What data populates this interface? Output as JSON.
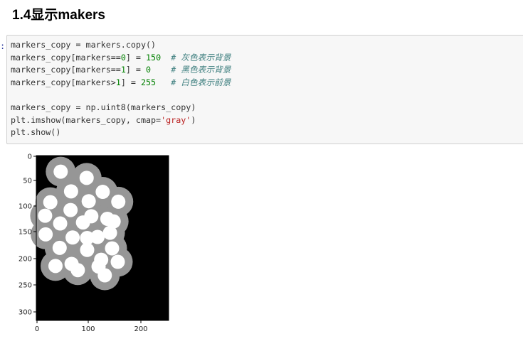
{
  "section": {
    "title": "1.4显示makers"
  },
  "cell": {
    "prompt": ":",
    "lines": [
      [
        {
          "t": "markers_copy = markers.copy()",
          "c": ""
        }
      ],
      [
        {
          "t": "markers_copy[markers==",
          "c": ""
        },
        {
          "t": "0",
          "c": "num"
        },
        {
          "t": "] = ",
          "c": ""
        },
        {
          "t": "150",
          "c": "num"
        },
        {
          "t": "  # 灰色表示背景",
          "c": "cmt"
        }
      ],
      [
        {
          "t": "markers_copy[markers==",
          "c": ""
        },
        {
          "t": "1",
          "c": "num"
        },
        {
          "t": "] = ",
          "c": ""
        },
        {
          "t": "0",
          "c": "num"
        },
        {
          "t": "    # 黑色表示背景",
          "c": "cmt"
        }
      ],
      [
        {
          "t": "markers_copy[markers>",
          "c": ""
        },
        {
          "t": "1",
          "c": "num"
        },
        {
          "t": "] = ",
          "c": ""
        },
        {
          "t": "255",
          "c": "num"
        },
        {
          "t": "   # 白色表示前景",
          "c": "cmt"
        }
      ],
      [
        {
          "t": "",
          "c": ""
        }
      ],
      [
        {
          "t": "markers_copy = np.uint8(markers_copy)",
          "c": ""
        }
      ],
      [
        {
          "t": "plt.imshow(markers_copy, cmap=",
          "c": ""
        },
        {
          "t": "'gray'",
          "c": "str"
        },
        {
          "t": ")",
          "c": ""
        }
      ],
      [
        {
          "t": "plt.show()",
          "c": ""
        }
      ]
    ]
  },
  "plot": {
    "y_ticks": [
      "0",
      "50",
      "100",
      "150",
      "200",
      "250",
      "300"
    ],
    "x_ticks": [
      "0",
      "100",
      "200"
    ],
    "colormap": "gray",
    "background_color": "#000000",
    "ring_color": "#969696",
    "fg_color": "#ffffff"
  }
}
